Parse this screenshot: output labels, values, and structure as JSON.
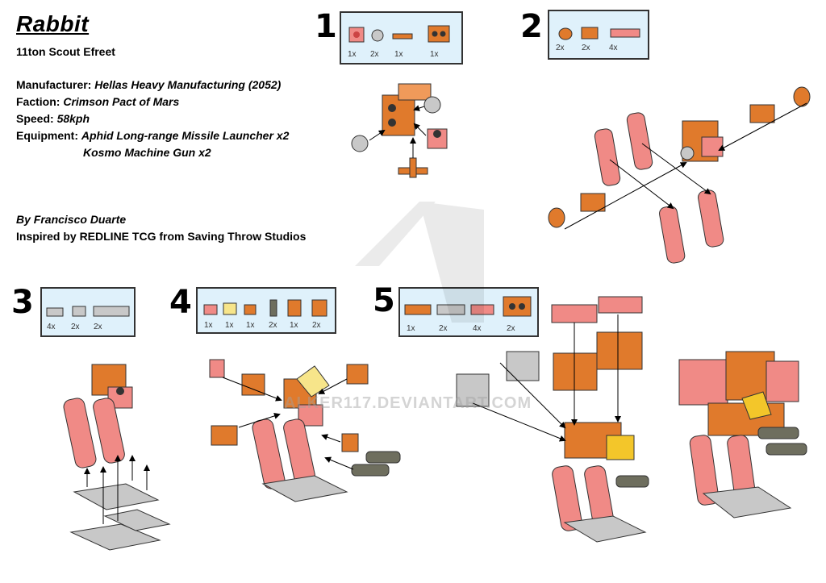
{
  "header": {
    "title": "Rabbit",
    "subtitle": "11ton Scout Efreet"
  },
  "specs": {
    "manufacturer_label": "Manufacturer:",
    "manufacturer_value": "Hellas Heavy Manufacturing  (2052)",
    "faction_label": "Faction:",
    "faction_value": "Crimson Pact of Mars",
    "speed_label": "Speed:",
    "speed_value": "58kph",
    "equipment_label": "Equipment:",
    "equipment_value_1": "Aphid Long-range Missile Launcher  x2",
    "equipment_value_2": "Kosmo Machine Gun x2"
  },
  "credits": {
    "author": "By Francisco Duarte",
    "inspired": "Inspired by REDLINE TCG from Saving Throw Studios"
  },
  "steps": [
    {
      "number": "1",
      "quantities": [
        "1x",
        "2x",
        "1x",
        "1x"
      ]
    },
    {
      "number": "2",
      "quantities": [
        "2x",
        "2x",
        "4x"
      ]
    },
    {
      "number": "3",
      "quantities": [
        "4x",
        "2x",
        "2x"
      ]
    },
    {
      "number": "4",
      "quantities": [
        "1x",
        "1x",
        "1x",
        "2x",
        "1x",
        "2x"
      ]
    },
    {
      "number": "5",
      "quantities": [
        "1x",
        "2x",
        "4x",
        "2x"
      ]
    }
  ],
  "watermark": "ALKER117.DEVIANTART.COM",
  "colors": {
    "orange": "#e07a2c",
    "salmon": "#f08a86",
    "gray": "#c8c8c8",
    "dark_gray": "#6e6e5e",
    "yellow": "#f3c62a",
    "parts_box_bg": "#dff1fb"
  }
}
